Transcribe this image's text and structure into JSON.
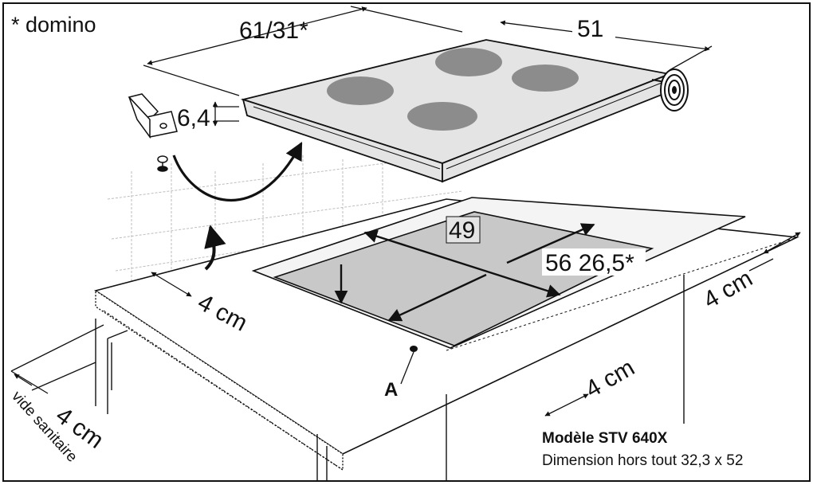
{
  "note": "* domino",
  "dims": {
    "width": "61/31*",
    "depth": "51",
    "thickness": "6,4",
    "cutout_depth": "49",
    "cutout_width": "56 26,5*",
    "clearance_left": "4 cm",
    "clearance_right": "4 cm",
    "clearance_front": "4 cm",
    "clearance_bottom": "4 cm"
  },
  "vide_sanitaire": "vide sanitaire",
  "label_a": "A",
  "model": {
    "title": "Modèle STV 640X",
    "dimension": "Dimension hors tout 32,3 x 52"
  },
  "colors": {
    "zone": "#8c8c8c",
    "surface": "#e4e4e4",
    "cutout": "#c8c8c8",
    "line": "#111111"
  }
}
